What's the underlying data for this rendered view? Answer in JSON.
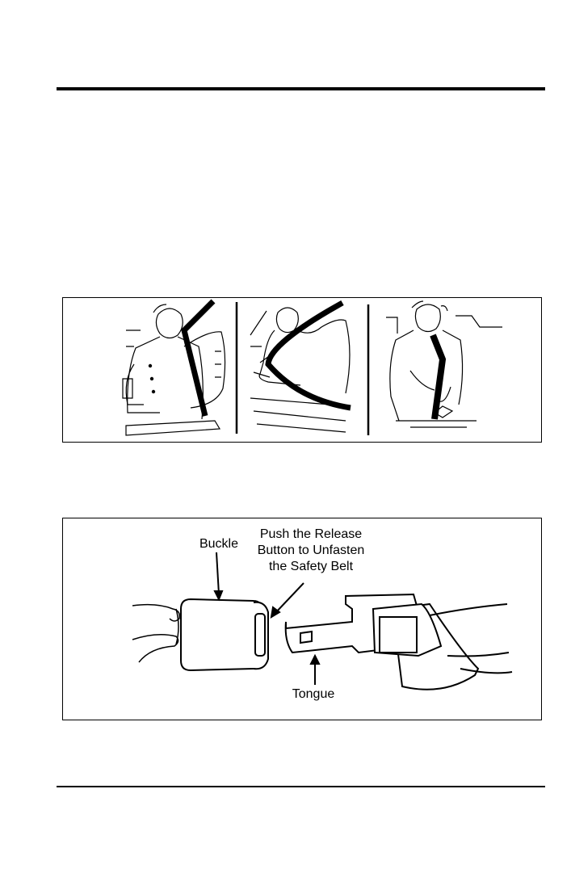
{
  "figure_belt_positions": {
    "panels": [
      "shoulder-belt-correct",
      "belt-across-neck",
      "lap-belt-buckling"
    ]
  },
  "figure_buckle": {
    "labels": {
      "buckle": "Buckle",
      "release_line1": "Push the Release",
      "release_line2": "Button to Unfasten",
      "release_line3": "the Safety Belt",
      "tongue": "Tongue"
    }
  }
}
